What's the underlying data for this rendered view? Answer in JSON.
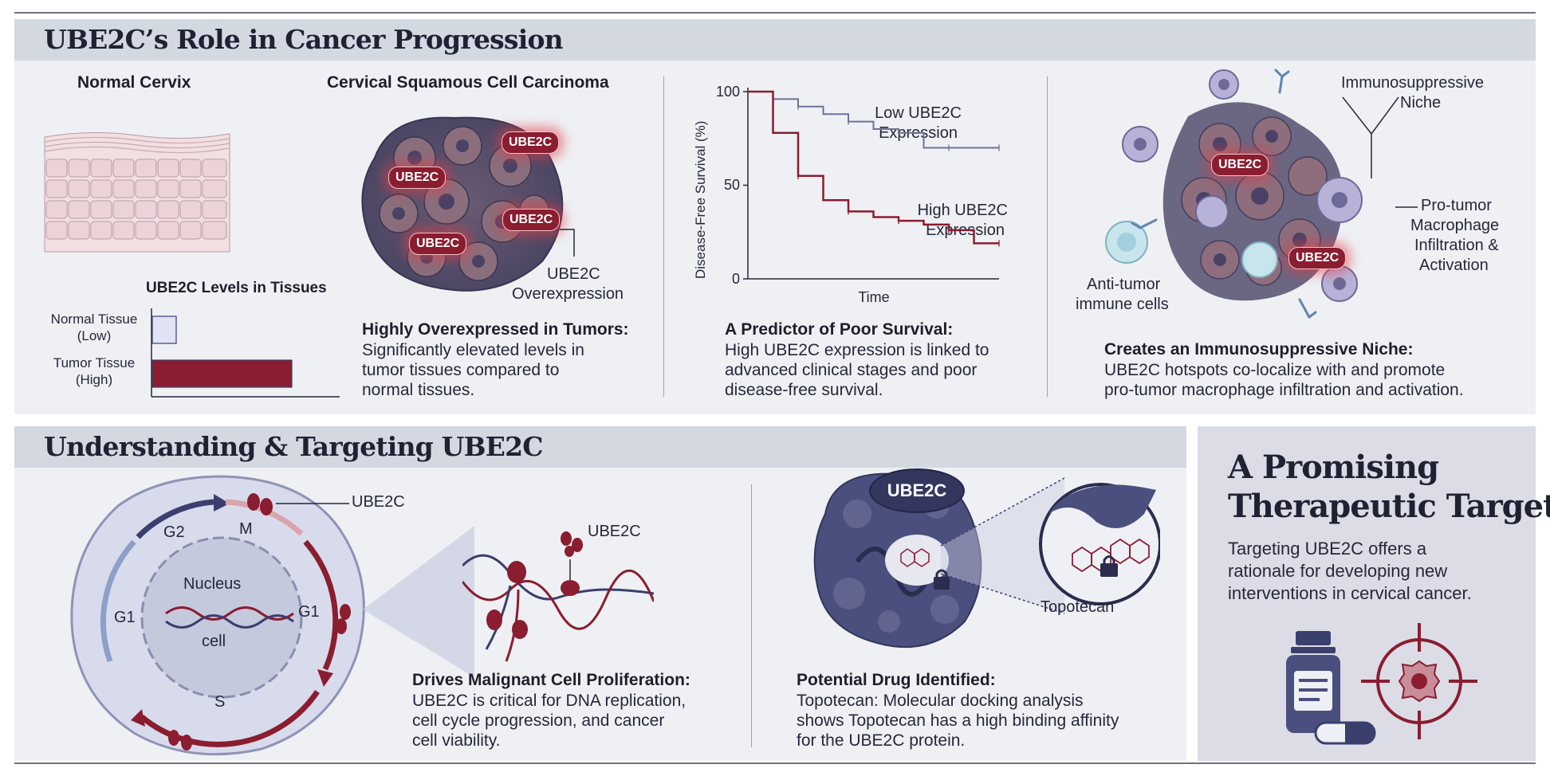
{
  "sections": {
    "top_title": "UBE2C’s Role in Cancer Progression",
    "bottom_title": "Understanding & Targeting UBE2C"
  },
  "panel1": {
    "normal_label": "Normal Cervix",
    "carcinoma_label": "Cervical Squamous Cell Carcinoma",
    "pills": [
      "UBE2C",
      "UBE2C",
      "UBE2C",
      "UBE2C"
    ],
    "overexpression_label_1": "UBE2C",
    "overexpression_label_2": "Overexpression",
    "bar_title": "UBE2C Levels in Tissues",
    "bar_categories": [
      {
        "line1": "Normal Tissue",
        "line2": "(Low)"
      },
      {
        "line1": "Tumor Tissue",
        "line2": "(High)"
      }
    ],
    "heading": "Highly Overexpressed in Tumors:",
    "body": [
      "Significantly elevated levels in",
      "tumor tissues compared to",
      "normal tissues."
    ]
  },
  "chart_data": [
    {
      "type": "bar",
      "title": "UBE2C Levels in Tissues",
      "categories": [
        "Normal Tissue (Low)",
        "Tumor Tissue (High)"
      ],
      "values": [
        0.15,
        1.0
      ],
      "orientation": "horizontal",
      "colors": [
        "#dfe3f3",
        "#8a1d2f"
      ]
    },
    {
      "type": "line",
      "xlabel": "Time",
      "ylabel": "Disease-Free Survival (%)",
      "ylim": [
        0,
        100
      ],
      "yticks": [
        "0",
        "50",
        "100"
      ],
      "x": [
        0,
        0.1,
        0.2,
        0.3,
        0.4,
        0.5,
        0.6,
        0.7,
        0.8,
        0.9,
        1.0
      ],
      "series": [
        {
          "name": "Low UBE2C Expression",
          "color": "#6c7397",
          "values": [
            100,
            96,
            92,
            88,
            84,
            80,
            78,
            70,
            70,
            70,
            70
          ]
        },
        {
          "name": "High UBE2C Expression",
          "color": "#8a1d2f",
          "values": [
            100,
            78,
            55,
            42,
            36,
            33,
            31,
            29,
            26,
            19,
            19
          ]
        }
      ]
    }
  ],
  "panel2": {
    "ytick_100": "100",
    "ytick_50": "50",
    "ytick_0": "0",
    "ylabel": "Disease-Free Survival (%)",
    "xlabel": "Time",
    "low_line1": "Low UBE2C",
    "low_line2": "Expression",
    "high_line1": "High UBE2C",
    "high_line2": "Expression",
    "heading": "A Predictor of Poor Survival:",
    "body": [
      "High UBE2C expression is linked to",
      "advanced clinical stages and poor",
      "disease-free survival."
    ]
  },
  "panel3": {
    "niche_line1": "Immunosuppressive",
    "niche_line2": "Niche",
    "macro_line1": "Pro-tumor",
    "macro_line2": "Macrophage",
    "macro_line3": "Infiltration &",
    "macro_line4": "Activation",
    "anti_line1": "Anti-tumor",
    "anti_line2": "immune cells",
    "pills": [
      "UBE2C",
      "UBE2C"
    ],
    "heading": "Creates an Immunosuppressive Niche:",
    "body": [
      "UBE2C hotspots co-localize with and promote",
      "pro-tumor macrophage infiltration and activation."
    ]
  },
  "panel4": {
    "phases": {
      "g2": "G2",
      "m": "M",
      "g1_left": "G1",
      "g1_right": "G1",
      "s": "S"
    },
    "nucleus": "Nucleus",
    "cell": "cell",
    "ube2c_label": "UBE2C",
    "dna_label": "UBE2C",
    "heading": "Drives Malignant Cell Proliferation:",
    "body": [
      "UBE2C is critical for DNA replication,",
      "cell cycle progression, and cancer",
      "cell viability."
    ]
  },
  "panel5": {
    "protein_label": "UBE2C",
    "drug_label": "Topotecan",
    "heading": "Potential Drug Identified:",
    "body": [
      "Topotecan: Molecular docking analysis",
      "shows Topotecan has a high binding affinity",
      "for the UBE2C protein."
    ]
  },
  "panel6": {
    "title_line1": "A Promising",
    "title_line2": "Therapeutic Target",
    "body": [
      "Targeting UBE2C offers a",
      "rationale for developing new",
      "interventions in cervical cancer."
    ]
  },
  "icons": [
    "pill-bottle-icon",
    "capsule-icon",
    "crosshair-target-icon",
    "lock-icon"
  ],
  "colors": {
    "accent": "#8a1d2f",
    "navy": "#3a3f6e",
    "band": "#d4d8e1",
    "panel": "#eef0f4",
    "target_panel": "#dcdce6"
  }
}
